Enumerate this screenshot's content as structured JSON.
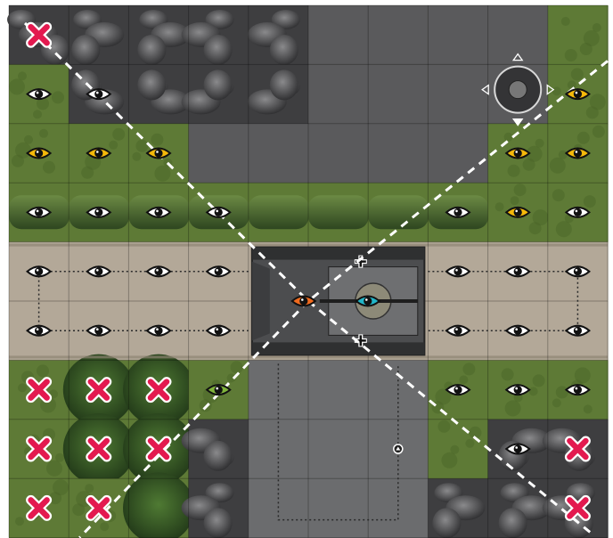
{
  "board": {
    "grid": {
      "cols": 10,
      "rows": 9
    },
    "terrain_rows": [
      [
        "rock",
        "rock",
        "rock",
        "rock",
        "rock",
        "concrete",
        "concrete",
        "concrete",
        "concrete",
        "grass"
      ],
      [
        "grass",
        "rock",
        "rock",
        "rock",
        "rock",
        "concrete",
        "concrete",
        "concrete",
        "concrete",
        "grass"
      ],
      [
        "grass",
        "grass",
        "grass",
        "concrete",
        "concrete",
        "concrete",
        "concrete",
        "concrete",
        "grass",
        "grass"
      ],
      [
        "hedge",
        "hedge",
        "hedge",
        "hedge",
        "hedge",
        "hedge",
        "hedge",
        "hedge",
        "grass",
        "grass"
      ],
      [
        "road",
        "road",
        "road",
        "road",
        "road",
        "road",
        "road",
        "road",
        "road",
        "road"
      ],
      [
        "road",
        "road",
        "road",
        "road",
        "road",
        "road",
        "road",
        "road",
        "road",
        "road"
      ],
      [
        "grass",
        "tree",
        "tree",
        "grass",
        "asphalt",
        "asphalt",
        "asphalt",
        "grass",
        "grass",
        "grass"
      ],
      [
        "grass",
        "tree",
        "tree",
        "rock",
        "asphalt",
        "asphalt",
        "asphalt",
        "grass",
        "rock",
        "rock"
      ],
      [
        "grass",
        "grass",
        "tree",
        "rock",
        "asphalt",
        "asphalt",
        "asphalt",
        "rock",
        "rock",
        "rock"
      ]
    ],
    "colors": {
      "grass": "#5e7a36",
      "grass_dark": "#4a6328",
      "concrete": "#5a5a5c",
      "asphalt": "#6b6c6e",
      "rock": "#3e3e40",
      "road": "#b3a898",
      "hedge": "#3f5a27",
      "tree": "#2f4a22",
      "eye_white": "#ffffff",
      "eye_yellow": "#f5b90a",
      "eye_green": "#7fb33b",
      "eye_orange": "#ef6a1e",
      "eye_blue": "#21b6c8",
      "cross": "#e3194f",
      "line": "#ffffff"
    },
    "markers": [
      {
        "type": "cross",
        "col": 0,
        "row": 0
      },
      {
        "type": "eye-white",
        "col": 0,
        "row": 1
      },
      {
        "type": "eye-white",
        "col": 1,
        "row": 1
      },
      {
        "type": "eye-yellow",
        "col": 9,
        "row": 1
      },
      {
        "type": "eye-yellow",
        "col": 0,
        "row": 2
      },
      {
        "type": "eye-yellow",
        "col": 1,
        "row": 2
      },
      {
        "type": "eye-yellow",
        "col": 2,
        "row": 2
      },
      {
        "type": "eye-yellow",
        "col": 8,
        "row": 2
      },
      {
        "type": "eye-yellow",
        "col": 9,
        "row": 2
      },
      {
        "type": "eye-white",
        "col": 0,
        "row": 3
      },
      {
        "type": "eye-white",
        "col": 1,
        "row": 3
      },
      {
        "type": "eye-white",
        "col": 2,
        "row": 3
      },
      {
        "type": "eye-white",
        "col": 3,
        "row": 3
      },
      {
        "type": "eye-white",
        "col": 7,
        "row": 3
      },
      {
        "type": "eye-yellow",
        "col": 8,
        "row": 3
      },
      {
        "type": "eye-white",
        "col": 9,
        "row": 3
      },
      {
        "type": "eye-white",
        "col": 0,
        "row": 4
      },
      {
        "type": "eye-white",
        "col": 1,
        "row": 4
      },
      {
        "type": "eye-white",
        "col": 2,
        "row": 4
      },
      {
        "type": "eye-white",
        "col": 3,
        "row": 4
      },
      {
        "type": "eye-white",
        "col": 7,
        "row": 4
      },
      {
        "type": "eye-white",
        "col": 8,
        "row": 4
      },
      {
        "type": "eye-white",
        "col": 9,
        "row": 4
      },
      {
        "type": "eye-white",
        "col": 0,
        "row": 5
      },
      {
        "type": "eye-white",
        "col": 1,
        "row": 5
      },
      {
        "type": "eye-white",
        "col": 2,
        "row": 5
      },
      {
        "type": "eye-white",
        "col": 3,
        "row": 5
      },
      {
        "type": "eye-white",
        "col": 7,
        "row": 5
      },
      {
        "type": "eye-white",
        "col": 8,
        "row": 5
      },
      {
        "type": "eye-white",
        "col": 9,
        "row": 5
      },
      {
        "type": "cross",
        "col": 0,
        "row": 6
      },
      {
        "type": "cross",
        "col": 1,
        "row": 6
      },
      {
        "type": "cross",
        "col": 2,
        "row": 6
      },
      {
        "type": "eye-green",
        "col": 3,
        "row": 6
      },
      {
        "type": "eye-white",
        "col": 7,
        "row": 6
      },
      {
        "type": "eye-white",
        "col": 8,
        "row": 6
      },
      {
        "type": "eye-white",
        "col": 9,
        "row": 6
      },
      {
        "type": "cross",
        "col": 0,
        "row": 7
      },
      {
        "type": "cross",
        "col": 1,
        "row": 7
      },
      {
        "type": "cross",
        "col": 2,
        "row": 7
      },
      {
        "type": "eye-white",
        "col": 8,
        "row": 7
      },
      {
        "type": "cross",
        "col": 9,
        "row": 7
      },
      {
        "type": "cross",
        "col": 0,
        "row": 8
      },
      {
        "type": "cross",
        "col": 1,
        "row": 8
      },
      {
        "type": "cross",
        "col": 9,
        "row": 8
      }
    ],
    "vehicle": {
      "name": "armored-halftrack",
      "col_start": 4,
      "row_start": 4,
      "cols": 3,
      "rows": 2,
      "driver_eye": "eye-orange",
      "gunner_eye": "eye-blue"
    },
    "facing_indicator": {
      "col": 8,
      "row": 1,
      "name": "facing-compass"
    },
    "waypoint": {
      "col": 6,
      "row": 7
    }
  }
}
